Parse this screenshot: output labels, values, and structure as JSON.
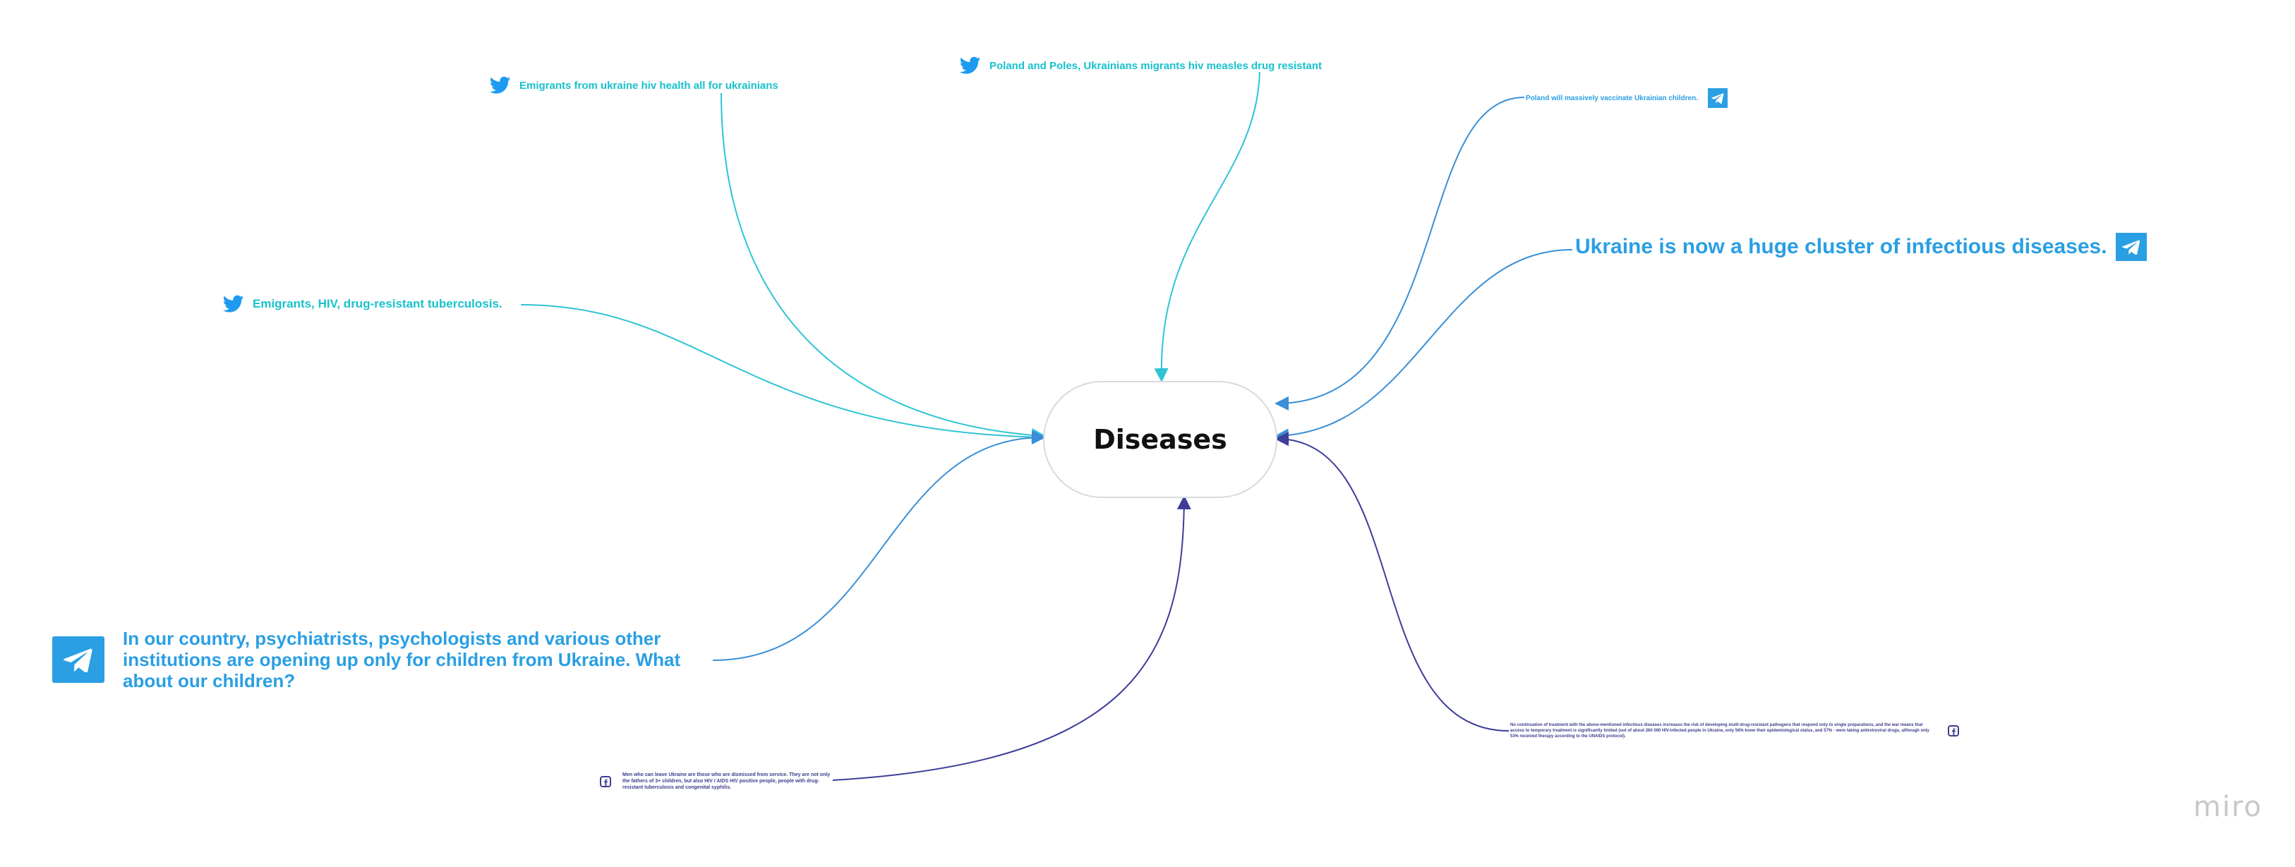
{
  "board": {
    "central_topic": "Diseases",
    "watermark": "miro",
    "colors": {
      "twitter": "#18c2cc",
      "telegram": "#2a9fe3",
      "facebook": "#3d3d8f",
      "connector_twitter": "#2ec4d6",
      "connector_telegram": "#3a8fd6",
      "connector_facebook": "#3d3d9a"
    }
  },
  "nodes": {
    "tw_emigrants_hiv_health": {
      "icon": "twitter-bird-icon",
      "text": "Emigrants from ukraine hiv health all for ukrainians"
    },
    "tw_poland_poles": {
      "icon": "twitter-bird-icon",
      "text": "Poland and Poles, Ukrainians migrants hiv measles drug resistant"
    },
    "tw_emigrants_tb": {
      "icon": "twitter-bird-icon",
      "text": "Emigrants, HIV, drug-resistant tuberculosis."
    },
    "tg_poland_vaccinate": {
      "icon": "telegram-icon",
      "text": "Poland will massively vaccinate Ukrainian children."
    },
    "tg_ukraine_cluster": {
      "icon": "telegram-icon",
      "text": "Ukraine is now a huge cluster of infectious diseases."
    },
    "tg_psychiatrists": {
      "icon": "telegram-icon",
      "text": "In our country, psychiatrists, psychologists and various other institutions are opening up only for children from Ukraine. What about our children?"
    },
    "fb_men_leave": {
      "icon": "facebook-icon",
      "text": "Men who can leave Ukraine are those who are dismissed from service. They are not only the fathers of 3+ children, but also HIV / AIDS HIV positive people, people with drug-resistant tuberculosis and congenital syphilis."
    },
    "fb_discontinuation": {
      "icon": "facebook-icon",
      "text": "No continuation of treatment with the above-mentioned infectious diseases increases the risk of developing multi-drug-resistant pathogens that respond only to single preparations, and the war means that access to temporary treatment is significantly limited (out of about 260 000 HIV-infected people in Ukraine, only 56% knew their epidemiological status, and 57% - were taking antiretroviral drugs, although only 53% received therapy according to the UNAIDS protocol)."
    }
  }
}
